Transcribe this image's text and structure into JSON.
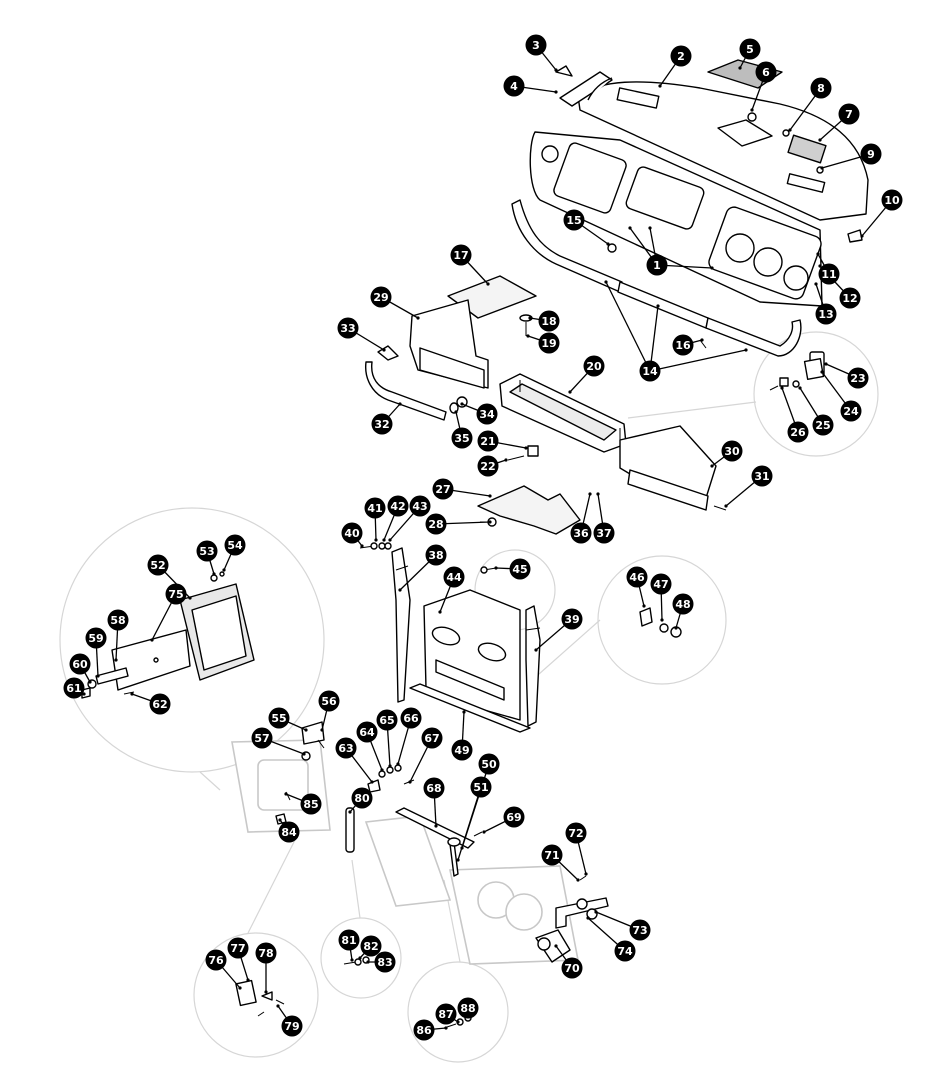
{
  "diagram": {
    "colors": {
      "callout_fill": "#000000",
      "callout_text": "#ffffff",
      "zoom_circle": "#d6d6d6",
      "ghost_part": "#c8c8c8"
    },
    "callouts": [
      {
        "id": "1",
        "label": "1"
      },
      {
        "id": "2",
        "label": "2"
      },
      {
        "id": "3",
        "label": "3"
      },
      {
        "id": "4",
        "label": "4"
      },
      {
        "id": "5",
        "label": "5"
      },
      {
        "id": "6",
        "label": "6"
      },
      {
        "id": "7",
        "label": "7"
      },
      {
        "id": "8",
        "label": "8"
      },
      {
        "id": "9",
        "label": "9"
      },
      {
        "id": "10",
        "label": "10"
      },
      {
        "id": "11",
        "label": "11"
      },
      {
        "id": "12",
        "label": "12"
      },
      {
        "id": "13",
        "label": "13"
      },
      {
        "id": "14",
        "label": "14"
      },
      {
        "id": "15",
        "label": "15"
      },
      {
        "id": "16",
        "label": "16"
      },
      {
        "id": "17",
        "label": "17"
      },
      {
        "id": "18",
        "label": "18"
      },
      {
        "id": "19",
        "label": "19"
      },
      {
        "id": "20",
        "label": "20"
      },
      {
        "id": "21",
        "label": "21"
      },
      {
        "id": "22",
        "label": "22"
      },
      {
        "id": "23",
        "label": "23"
      },
      {
        "id": "24",
        "label": "24"
      },
      {
        "id": "25",
        "label": "25"
      },
      {
        "id": "26",
        "label": "26"
      },
      {
        "id": "27",
        "label": "27"
      },
      {
        "id": "28",
        "label": "28"
      },
      {
        "id": "29",
        "label": "29"
      },
      {
        "id": "30",
        "label": "30"
      },
      {
        "id": "31",
        "label": "31"
      },
      {
        "id": "32",
        "label": "32"
      },
      {
        "id": "33",
        "label": "33"
      },
      {
        "id": "34",
        "label": "34"
      },
      {
        "id": "35",
        "label": "35"
      },
      {
        "id": "36",
        "label": "36"
      },
      {
        "id": "37",
        "label": "37"
      },
      {
        "id": "38",
        "label": "38"
      },
      {
        "id": "39",
        "label": "39"
      },
      {
        "id": "40",
        "label": "40"
      },
      {
        "id": "41",
        "label": "41"
      },
      {
        "id": "42",
        "label": "42"
      },
      {
        "id": "43",
        "label": "43"
      },
      {
        "id": "44",
        "label": "44"
      },
      {
        "id": "45",
        "label": "45"
      },
      {
        "id": "46",
        "label": "46"
      },
      {
        "id": "47",
        "label": "47"
      },
      {
        "id": "48",
        "label": "48"
      },
      {
        "id": "49",
        "label": "49"
      },
      {
        "id": "50",
        "label": "50"
      },
      {
        "id": "51",
        "label": "51"
      },
      {
        "id": "52",
        "label": "52"
      },
      {
        "id": "53",
        "label": "53"
      },
      {
        "id": "54",
        "label": "54"
      },
      {
        "id": "55",
        "label": "55"
      },
      {
        "id": "56",
        "label": "56"
      },
      {
        "id": "57",
        "label": "57"
      },
      {
        "id": "58",
        "label": "58"
      },
      {
        "id": "59",
        "label": "59"
      },
      {
        "id": "60",
        "label": "60"
      },
      {
        "id": "61",
        "label": "61"
      },
      {
        "id": "62",
        "label": "62"
      },
      {
        "id": "63",
        "label": "63"
      },
      {
        "id": "64",
        "label": "64"
      },
      {
        "id": "65",
        "label": "65"
      },
      {
        "id": "66",
        "label": "66"
      },
      {
        "id": "67",
        "label": "67"
      },
      {
        "id": "68",
        "label": "68"
      },
      {
        "id": "69",
        "label": "69"
      },
      {
        "id": "70",
        "label": "70"
      },
      {
        "id": "71",
        "label": "71"
      },
      {
        "id": "72",
        "label": "72"
      },
      {
        "id": "73",
        "label": "73"
      },
      {
        "id": "74",
        "label": "74"
      },
      {
        "id": "75",
        "label": "75"
      },
      {
        "id": "76",
        "label": "76"
      },
      {
        "id": "77",
        "label": "77"
      },
      {
        "id": "78",
        "label": "78"
      },
      {
        "id": "79",
        "label": "79"
      },
      {
        "id": "80",
        "label": "80"
      },
      {
        "id": "81",
        "label": "81"
      },
      {
        "id": "82",
        "label": "82"
      },
      {
        "id": "83",
        "label": "83"
      },
      {
        "id": "84",
        "label": "84"
      },
      {
        "id": "85",
        "label": "85"
      },
      {
        "id": "86",
        "label": "86"
      },
      {
        "id": "87",
        "label": "87"
      },
      {
        "id": "88",
        "label": "88"
      }
    ]
  }
}
